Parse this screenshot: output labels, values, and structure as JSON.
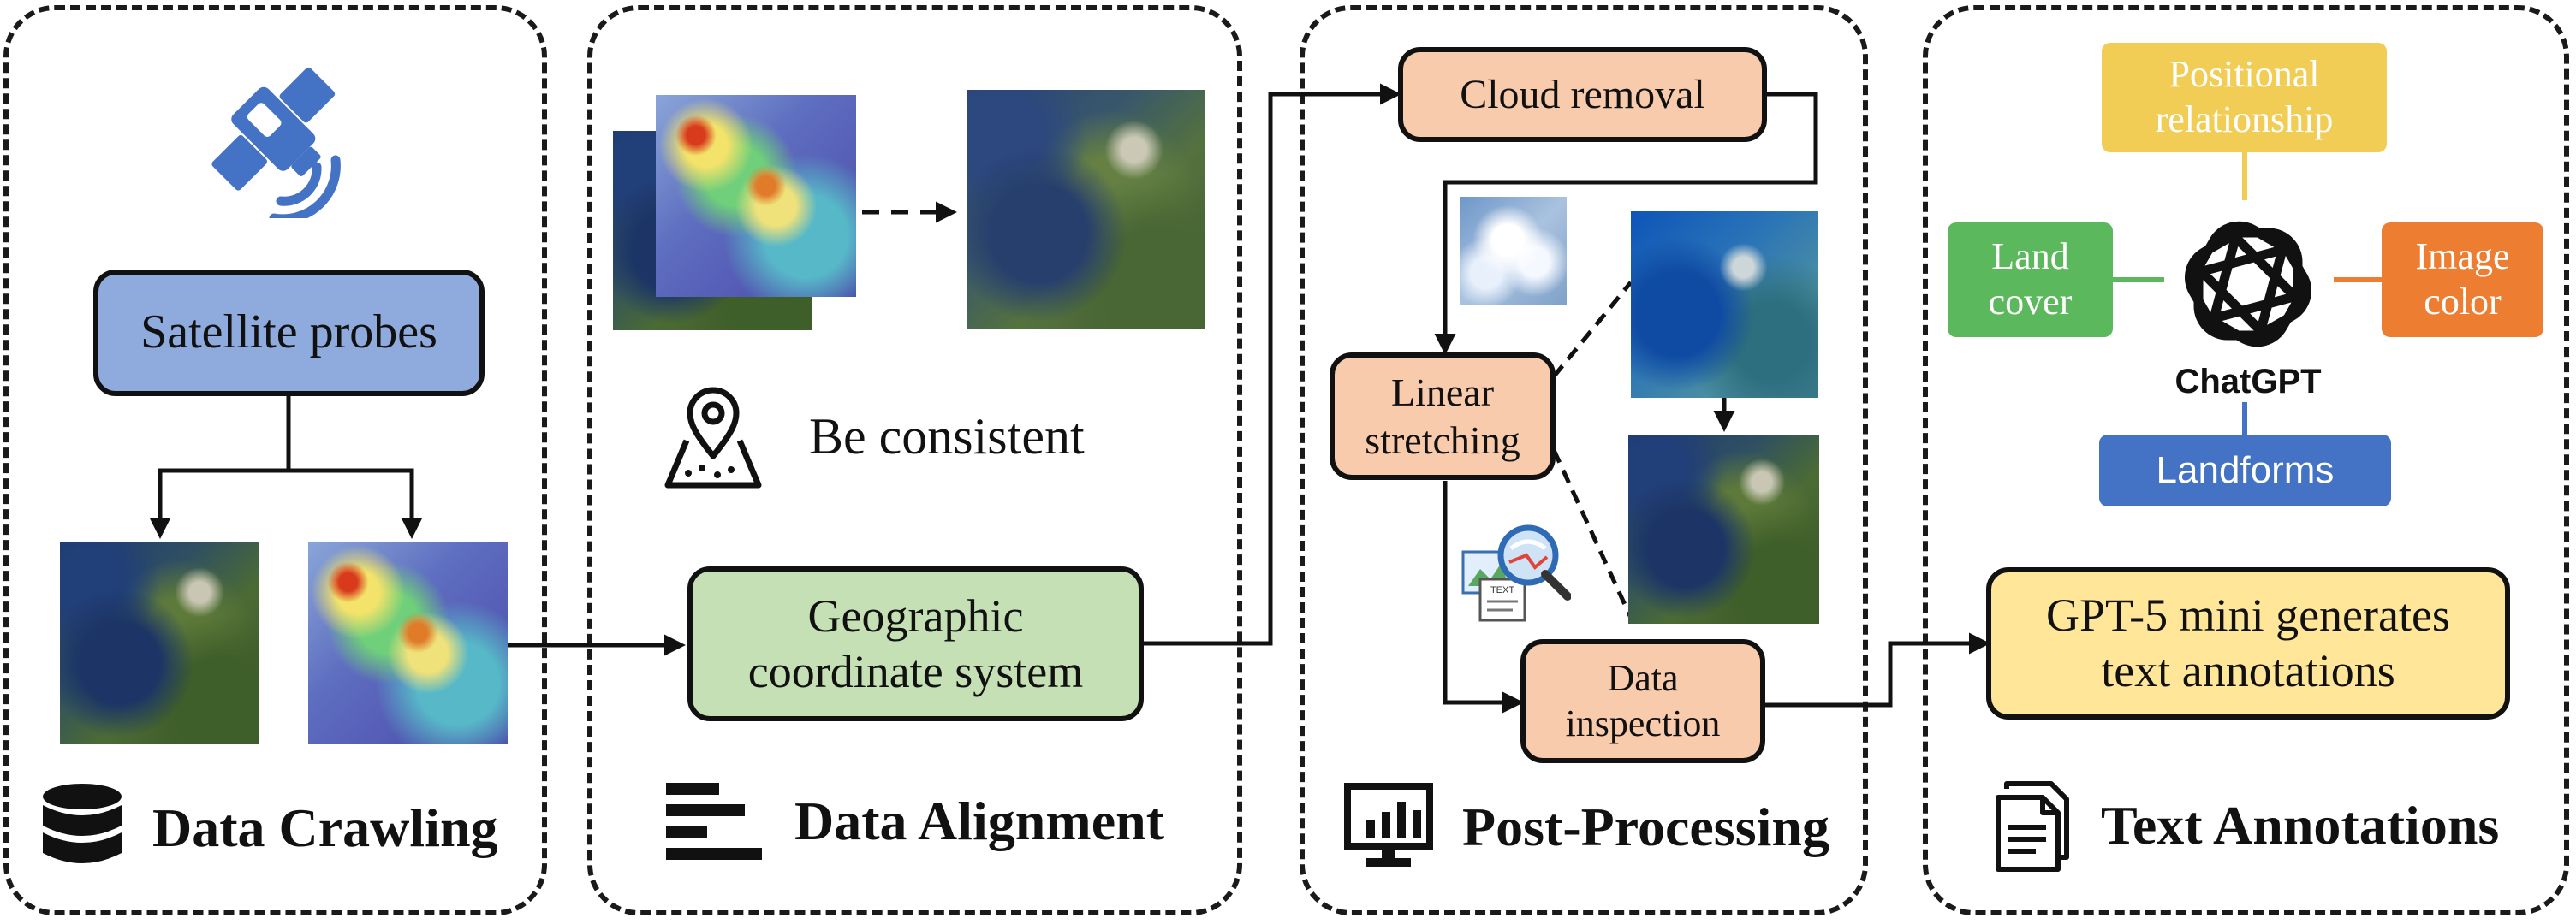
{
  "panels": {
    "crawling": {
      "title": "Data Crawling",
      "satellite_box": "Satellite probes"
    },
    "alignment": {
      "title": "Data Alignment",
      "consistent_label": "Be consistent",
      "geo_box_line1": "Geographic",
      "geo_box_line2": "coordinate system"
    },
    "post": {
      "title": "Post-Processing",
      "cloud_box": "Cloud removal",
      "linear_line1": "Linear",
      "linear_line2": "stretching",
      "inspect_line1": "Data",
      "inspect_line2": "inspection",
      "text_tag": "TEXT"
    },
    "text": {
      "title": "Text Annotations",
      "positional_line1": "Positional",
      "positional_line2": "relationship",
      "land_line1": "Land",
      "land_line2": "cover",
      "image_line1": "Image",
      "image_line2": "color",
      "landforms": "Landforms",
      "chatgpt": "ChatGPT",
      "gpt_line1": "GPT-5 mini generates",
      "gpt_line2": "text annotations"
    }
  },
  "colors": {
    "satellite_box": "#8faadc",
    "geo_box": "#c5e0b4",
    "orange_box": "#f8cbad",
    "gpt_box": "#ffe699",
    "positional": "#f2cd55",
    "land_cover": "#5cb85c",
    "image_color": "#ed7d31",
    "landforms": "#4472c4",
    "satellite_icon": "#4472c4"
  },
  "icons": {
    "satellite": "satellite-icon",
    "database": "database-icon",
    "map_pin": "map-pin-icon",
    "bars": "align-bars-icon",
    "monitor": "monitor-chart-icon",
    "document": "document-icon",
    "chatgpt_logo": "chatgpt-logo-icon",
    "inspect": "inspection-magnifier-icon"
  }
}
